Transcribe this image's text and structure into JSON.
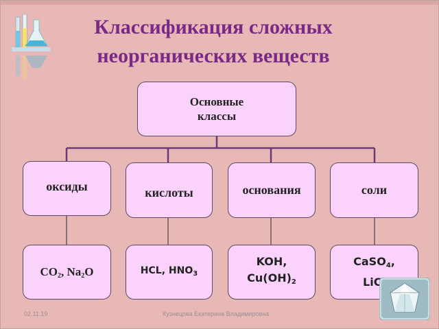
{
  "title": {
    "line1": "Классификация сложных",
    "line2": "неорганических веществ"
  },
  "root": {
    "line1": "Основные",
    "line2": "классы"
  },
  "categories": [
    {
      "label": "оксиды"
    },
    {
      "label": "кислоты"
    },
    {
      "label": "основания"
    },
    {
      "label": "соли"
    }
  ],
  "examples": {
    "oxides": {
      "p1": "CO",
      "s1": "2",
      "p2": ", Na",
      "s2": "2",
      "p3": "O"
    },
    "acids": {
      "p1": "HCL, HNO",
      "s1": "3"
    },
    "bases": {
      "line1": "KOH,",
      "p2": "Cu(OH)",
      "s2": "2"
    },
    "salts": {
      "p1": "CaSO",
      "s1": "4",
      "p2": ",",
      "line2": "LiCl"
    }
  },
  "footer": {
    "date": "02.11.19",
    "author": "Кузнецова Екатерина Владимировна"
  },
  "colors": {
    "background": "#e7b8b6",
    "title": "#7a2a86",
    "box_fill": "#fbd2fb",
    "connector": "#6b3a72"
  },
  "icons": [
    "lab-flasks-icon",
    "crystal-gem-icon"
  ]
}
